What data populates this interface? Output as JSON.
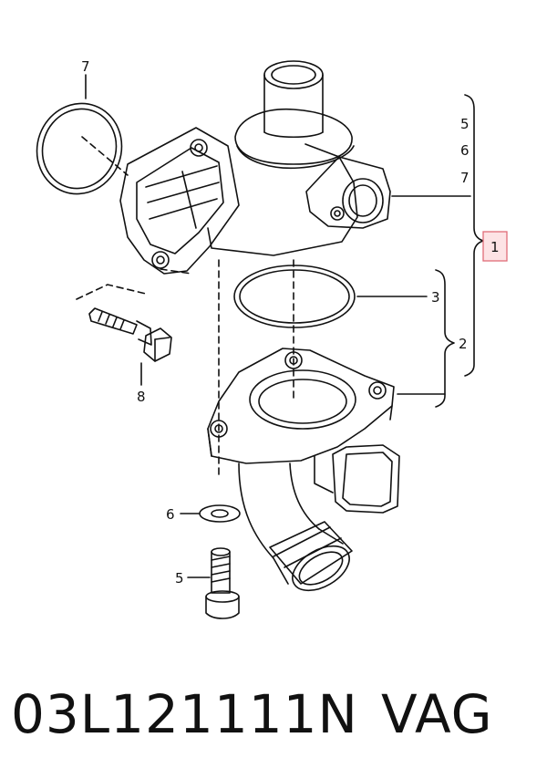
{
  "callouts": {
    "c7_top": "7",
    "c5_right": "5",
    "c6_right": "6",
    "c7_right": "7",
    "c1_box": "1",
    "c3": "3",
    "c2": "2",
    "c8": "8",
    "c6_left": "6",
    "c5_left": "5"
  },
  "caption": {
    "part_number": "03L121111N",
    "brand": "VAG"
  },
  "colors": {
    "line": "#111111",
    "highlight_fill": "#fde3e5",
    "highlight_stroke": "#e06c78"
  }
}
